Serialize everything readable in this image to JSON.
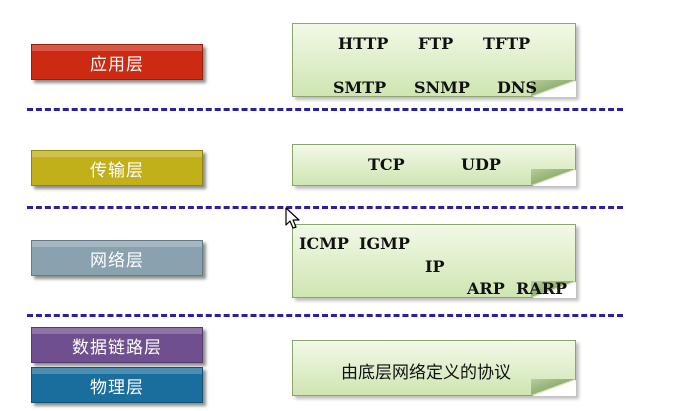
{
  "layers": [
    {
      "name": "应用层",
      "color": "#cc2a12"
    },
    {
      "name": "传输层",
      "color": "#c2b01a"
    },
    {
      "name": "网络层",
      "color": "#8aa2b0"
    },
    {
      "name": "数据链路层",
      "color": "#6f4f8f"
    },
    {
      "name": "物理层",
      "color": "#1a6e9e"
    }
  ],
  "protocols": {
    "application": [
      "HTTP",
      "FTP",
      "TFTP",
      "SMTP",
      "SNMP",
      "DNS"
    ],
    "transport": [
      "TCP",
      "UDP"
    ],
    "network": [
      "ICMP",
      "IGMP",
      "IP",
      "ARP",
      "RARP"
    ],
    "link_physical": "由底层网络定义的协议"
  },
  "colors": {
    "separator": "#2c1fa0",
    "box_fill_top": "#f2f9e7",
    "box_fill_bottom": "#cfe5b2"
  }
}
